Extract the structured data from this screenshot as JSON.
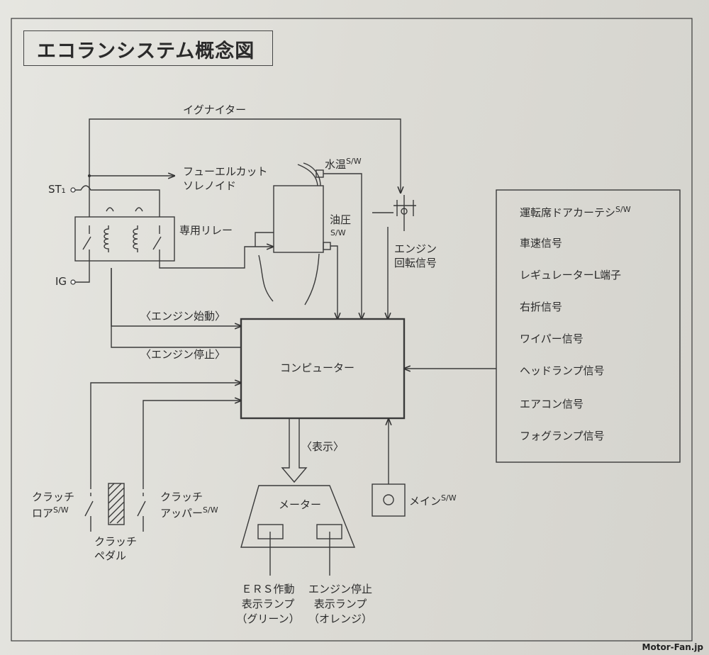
{
  "title": "エコランシステム概念図",
  "labels": {
    "igniter": "イグナイター",
    "fuel_cut_1": "フューエルカット",
    "fuel_cut_2": "ソレノイド",
    "st1": "ST₁",
    "ig": "IG",
    "relay": "専用リレー",
    "water_temp": "水温",
    "oil_press": "油圧",
    "sw": "S/W",
    "engine_rev_1": "エンジン",
    "engine_rev_2": "回転信号",
    "engine_start": "〈エンジン始動〉",
    "engine_stop": "〈エンジン停止〉",
    "computer": "コンピューター",
    "display": "〈表示〉",
    "meter": "メーター",
    "main_sw": "メイン",
    "clutch_lower_1": "クラッチ",
    "clutch_lower_2": "ロア",
    "clutch_upper_1": "クラッチ",
    "clutch_upper_2": "アッパー",
    "clutch_pedal_1": "クラッチ",
    "clutch_pedal_2": "ペダル",
    "ers_lamp_1": "ＥＲＳ作動",
    "ers_lamp_2": "表示ランプ",
    "ers_lamp_3": "（グリーン）",
    "stop_lamp_1": "エンジン停止",
    "stop_lamp_2": "表示ランプ",
    "stop_lamp_3": "（オレンジ）"
  },
  "signals": [
    "運転席ドアカーテシ",
    "車速信号",
    "レギュレーターL端子",
    "右折信号",
    "ワイパー信号",
    "ヘッドランプ信号",
    "エアコン信号",
    "フォグランプ信号"
  ],
  "watermark": "Motor-Fan.jp"
}
